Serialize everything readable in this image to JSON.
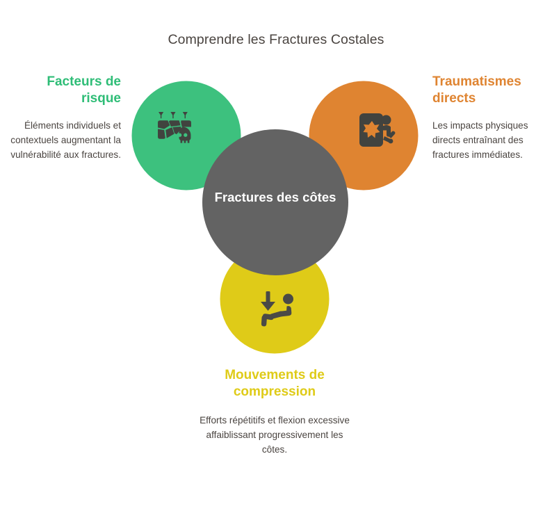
{
  "page": {
    "title": "Comprendre les Fractures Costales",
    "background": "#ffffff",
    "text_color": "#4a4440"
  },
  "diagram": {
    "type": "venn-three-circle",
    "center": {
      "label": "Fractures des côtes",
      "color": "#636363",
      "text_color": "#ffffff"
    },
    "nodes": [
      {
        "key": "risk-factors",
        "position": "left",
        "heading": "Facteurs de risque",
        "body": "Éléments individuels et contextuels augmentant la vulnérabilité aux fractures.",
        "color": "#3dc17e",
        "heading_color": "#2fbd77",
        "icon": "hazard-crowd-skull-icon",
        "icon_color": "#41433f"
      },
      {
        "key": "direct-trauma",
        "position": "right",
        "heading": "Traumatismes directs",
        "body": "Les impacts physiques directs entraînant des fractures immédiates.",
        "color": "#df8431",
        "heading_color": "#df8431",
        "icon": "person-impact-icon",
        "icon_color": "#41433f"
      },
      {
        "key": "compression-movements",
        "position": "bottom",
        "heading": "Mouvements de compression",
        "body": "Efforts répétitifs et flexion excessive affaiblissant progressivement les côtes.",
        "color": "#dfcb18",
        "heading_color": "#dfcb18",
        "icon": "downward-arrow-bending-person-icon",
        "icon_color": "#4a4a46"
      }
    ]
  }
}
